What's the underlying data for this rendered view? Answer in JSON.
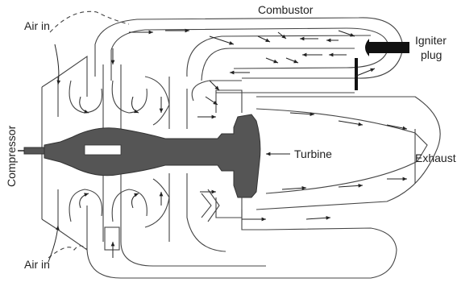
{
  "labels": {
    "combustor": "Combustor",
    "air_in_top": "Air in",
    "air_in_bottom": "Air in",
    "igniter_plug_line1": "Igniter",
    "igniter_plug_line2": "plug",
    "compressor": "Compressor",
    "turbine": "Turbine",
    "exhaust": "Exhaust"
  },
  "colors": {
    "line": "#444444",
    "shaft_fill": "#555555",
    "igniter_fill": "#111111",
    "background": "#ffffff"
  }
}
